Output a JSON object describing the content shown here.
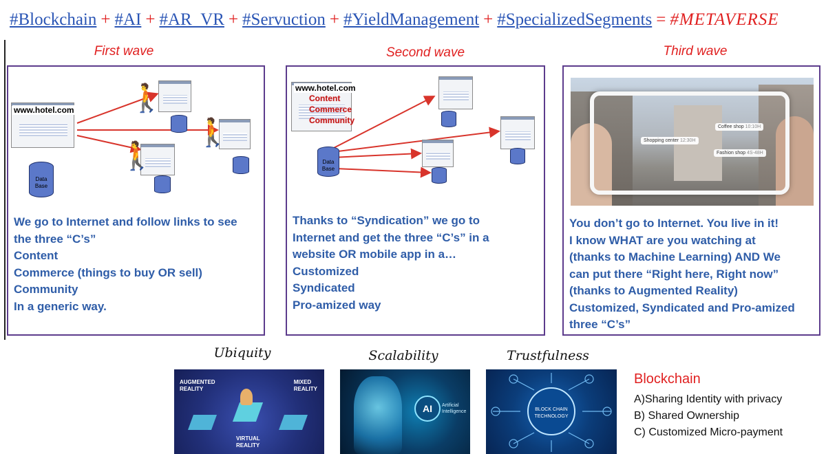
{
  "headline": {
    "parts": [
      "#Blockchain",
      "#AI",
      "#AR_VR",
      "#Servuction",
      "#YieldManagement",
      "#SpecializedSegments"
    ],
    "plus": "+",
    "equals": "=",
    "result": "#METAVERSE"
  },
  "waves": [
    {
      "title": "First wave",
      "url": "www.hotel.com",
      "db_label": [
        "Data",
        "Base"
      ],
      "lines": [
        "We go to Internet and follow links to see",
        "the three “C’s”",
        "Content",
        "Commerce (things to buy OR sell)",
        "Community",
        "In a generic way."
      ]
    },
    {
      "title": "Second wave",
      "url": "www.hotel.com",
      "ccc": [
        "Content",
        "Commerce",
        "Community"
      ],
      "db_label": [
        "Data",
        "Base"
      ],
      "lines": [
        "Thanks to “Syndication” we go to",
        "Internet and get the three “C’s” in a",
        "website OR mobile app in a…",
        "Customized",
        "Syndicated",
        "Pro-amized way"
      ]
    },
    {
      "title": "Third wave",
      "ar_tags": [
        {
          "name": "Shopping center",
          "meta": "12:30H"
        },
        {
          "name": "Coffee shop",
          "meta": "10:10H"
        },
        {
          "name": "Fashion shop",
          "meta": "4S-48H"
        }
      ],
      "lines": [
        "You don’t go to Internet. You live in it!",
        "I know WHAT are you watching at",
        "(thanks to Machine Learning) AND We",
        "can put there “Right here, Right now”",
        "(thanks to Augmented Reality)",
        "Customized, Syndicated and Pro-amized",
        "three “C’s”"
      ]
    }
  ],
  "pillars": [
    {
      "title": "Ubiquity",
      "labels": [
        "AUGMENTED",
        "REALITY",
        "MIXED",
        "REALITY",
        "VIRTUAL",
        "REALITY"
      ]
    },
    {
      "title": "Scalability",
      "labels": [
        "AI",
        "Artificial",
        "Intelligence"
      ]
    },
    {
      "title": "Trustfulness",
      "labels": [
        "BLOCK CHAIN",
        "TECHNOLOGY"
      ]
    }
  ],
  "blockchain": {
    "title": "Blockchain",
    "items": [
      "A)Sharing Identity with privacy",
      "B) Shared Ownership",
      "C) Customized Micro-payment"
    ]
  },
  "colors": {
    "accent_red": "#e02020",
    "link_blue": "#2a55b5",
    "text_blue": "#2f5da8",
    "frame_purple": "#5c3b8c"
  }
}
